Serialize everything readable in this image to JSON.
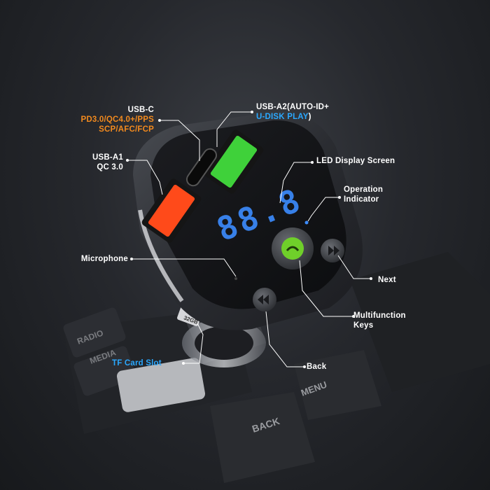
{
  "labels": {
    "usb_c": {
      "title": "USB-C",
      "line1": "PD3.0/QC4.0+/PPS",
      "line2": "SCP/AFC/FCP"
    },
    "usb_a2": {
      "title": "USB-A2(AUTO-ID+",
      "line1": "U-DISK PLAY",
      "suffix": ")"
    },
    "usb_a1": {
      "title": "USB-A1",
      "line1": "QC 3.0"
    },
    "led_display": "LED Display Screen",
    "operation_indicator": {
      "line1": "Operation",
      "line2": "Indicator"
    },
    "microphone": "Microphone",
    "next": "Next",
    "multifunction": {
      "line1": "Multifunction",
      "line2": "Keys"
    },
    "tf_card": "TF Card Slot",
    "back": "Back"
  },
  "device": {
    "display_digits": "88.8",
    "card_text": "32GB"
  },
  "console": {
    "radio": "RADIO",
    "media": "MEDIA",
    "menu": "MENU",
    "back": "BACK"
  },
  "colors": {
    "accent_orange": "#f28a1e",
    "accent_blue": "#2aa8ff",
    "usb_green": "#3fd13a",
    "usb_orange": "#ff4a1a",
    "led_blue": "#3c8cff"
  }
}
